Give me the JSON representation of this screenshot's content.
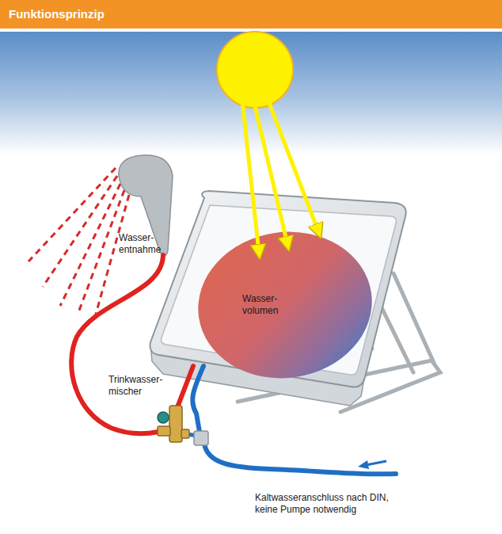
{
  "diagram": {
    "title": "Funktionsprinzip",
    "nodes": [
      {
        "text": [
          "Wasser- volumen"
        ]
      }
    ],
    "labels": [
      "Wasser- entnahme",
      "Trinkwasser- mischer",
      "Kaltwasseranschluss nach DIN, keine Pumpe notwendig"
    ]
  }
}
